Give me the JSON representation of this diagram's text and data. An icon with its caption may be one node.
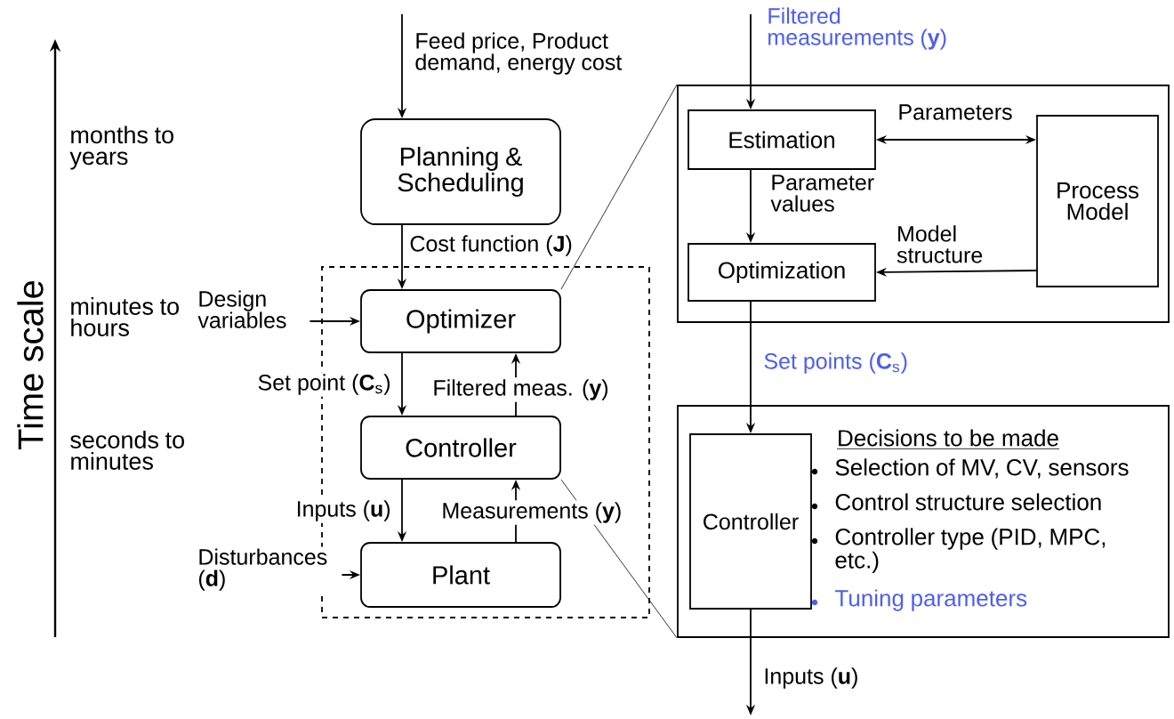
{
  "diagram": {
    "nodes": [
      {
        "text": [
          "Planning & Scheduling"
        ]
      },
      {
        "text": [],
        "shape": "box"
      },
      {
        "text": [
          "Optimizer"
        ],
        "in": 1
      },
      {
        "text": [
          "Controller"
        ],
        "in": 1
      },
      {
        "text": [
          "Plant"
        ],
        "in": 1
      },
      {
        "text": [],
        "shape": "box"
      },
      {
        "text": [
          "Estimation"
        ],
        "in": 5
      },
      {
        "text": [
          "Optimization"
        ],
        "in": 5
      },
      {
        "text": [
          "Process Model"
        ],
        "in": 5
      },
      {
        "text": [
          "Decisions to be made",
          "Selection of MV, CV, sensors",
          "Control structure selection",
          "Controller type (PID, MPC, etc.)",
          "Tuning parameters"
        ]
      },
      {
        "text": [
          "Controller"
        ],
        "in": 9
      }
    ],
    "edges": [
      {
        "from": null,
        "to": 0,
        "arrow": "to",
        "label": "Feed price, Product demand, energy cost"
      },
      {
        "from": 0,
        "to": 2,
        "arrow": "to",
        "label": "Cost function (**J**)"
      },
      {
        "from": null,
        "to": 2,
        "arrow": "to",
        "label": "Design variables"
      },
      {
        "from": 2,
        "to": 3,
        "arrow": "to",
        "label": "Set point (**C**$_{s}$)"
      },
      {
        "from": 3,
        "to": 2,
        "arrow": "to",
        "label": "Filtered meas. (**y**)"
      },
      {
        "from": 3,
        "to": 4,
        "arrow": "to",
        "label": "Inputs (**u**)"
      },
      {
        "from": 4,
        "to": 3,
        "arrow": "to",
        "label": "Measurements (**y**)"
      },
      {
        "from": null,
        "to": 4,
        "arrow": "to",
        "label": "Disturbances (**d**)"
      },
      {
        "from": null,
        "to": 6,
        "arrow": "to",
        "label": "Filtered measurements (**y**)"
      },
      {
        "from": 6,
        "to": 8,
        "arrow": "both",
        "label": "Parameters"
      },
      {
        "from": 6,
        "to": 7,
        "arrow": "to",
        "label": "Parameter values"
      },
      {
        "from": 8,
        "to": 7,
        "arrow": "to",
        "label": "Model structure"
      },
      {
        "from": 7,
        "to": 10,
        "arrow": "to",
        "label": "Set points (**C**$_{s}$)"
      },
      {
        "from": 10,
        "to": null,
        "arrow": "to",
        "label": "Inputs (**u**)"
      },
      {
        "from": 2,
        "to": 5,
        "arrow": "none"
      },
      {
        "from": 3,
        "to": 9,
        "arrow": "none"
      }
    ],
    "labels": [
      "Time scale",
      "months to years",
      "minutes to hours",
      "seconds to minutes"
    ]
  }
}
